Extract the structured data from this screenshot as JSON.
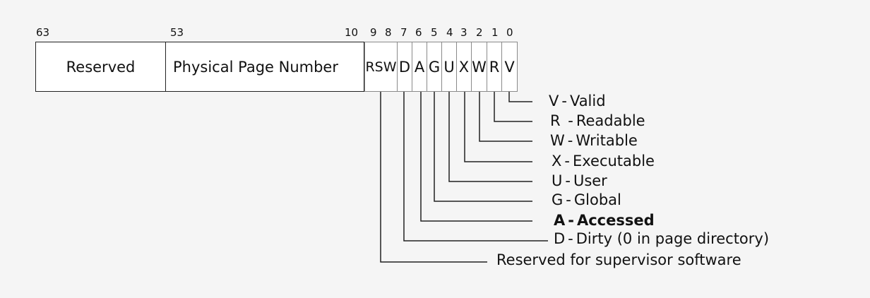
{
  "bit_labels": {
    "b63": "63",
    "b53": "53",
    "b10": "10",
    "b9": "9",
    "b8": "8",
    "b7": "7",
    "b6": "6",
    "b5": "5",
    "b4": "4",
    "b3": "3",
    "b2": "2",
    "b1": "1",
    "b0": "0"
  },
  "fields": {
    "reserved": "Reserved",
    "ppn": "Physical Page Number",
    "rsw": "RSW",
    "d": "D",
    "a": "A",
    "g": "G",
    "u": "U",
    "x": "X",
    "w": "W",
    "r": "R",
    "v": "V"
  },
  "legend": {
    "v": {
      "key": "V",
      "desc": "Valid"
    },
    "r": {
      "key": "R",
      "desc": "Readable"
    },
    "w": {
      "key": "W",
      "desc": "Writable"
    },
    "x": {
      "key": "X",
      "desc": "Executable"
    },
    "u": {
      "key": "U",
      "desc": "User"
    },
    "g": {
      "key": "G",
      "desc": "Global"
    },
    "a": {
      "key": "A",
      "desc": "Accessed"
    },
    "d": {
      "key": "D",
      "desc": "Dirty (0 in page directory)"
    },
    "rsw": {
      "desc": "Reserved for supervisor software"
    }
  }
}
